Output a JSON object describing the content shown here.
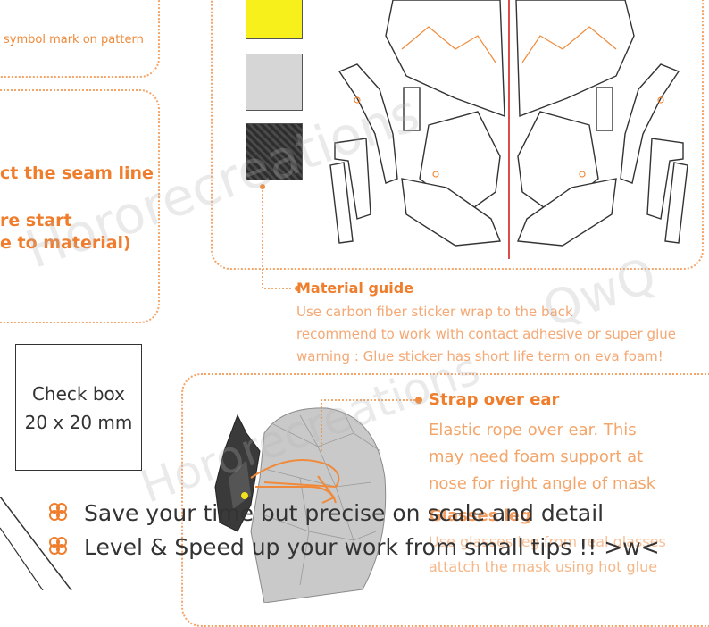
{
  "left_panel": {
    "symbol_note": "symbol mark on pattern",
    "seam_text": "ct the seam line",
    "start_line1": "re start",
    "start_line2": "e to material)"
  },
  "check_box": {
    "line1": "Check box",
    "line2": "20 x 20 mm"
  },
  "swatches": {
    "colors": [
      "#f7f01a",
      "#d6d6d6",
      "#3c3c3c"
    ]
  },
  "material_guide": {
    "title": "Material guide",
    "lines": [
      "Use carbon fiber sticker wrap to the back",
      "recommend to work with contact adhesive or super glue",
      "warning : Glue sticker has short life term on eva foam!"
    ]
  },
  "strap": {
    "title": "Strap over ear",
    "lines": [
      "Elastic rope over ear. This",
      "may need foam support at",
      "nose for right angle of mask"
    ]
  },
  "glasses": {
    "title": "Glasses leg",
    "lines": [
      "Use glasses leg from real glasses",
      "attatch the mask using hot glue"
    ]
  },
  "tips": [
    "Save your time but precise on scale and detail",
    "Level & Speed up your work from small tips !! >w<"
  ],
  "watermark": {
    "text1": "Hororecreations",
    "text2": "QwQ"
  },
  "colors": {
    "accent": "#ef7d2c",
    "accent_light": "#f4a56a",
    "pattern_red": "#d42020"
  }
}
